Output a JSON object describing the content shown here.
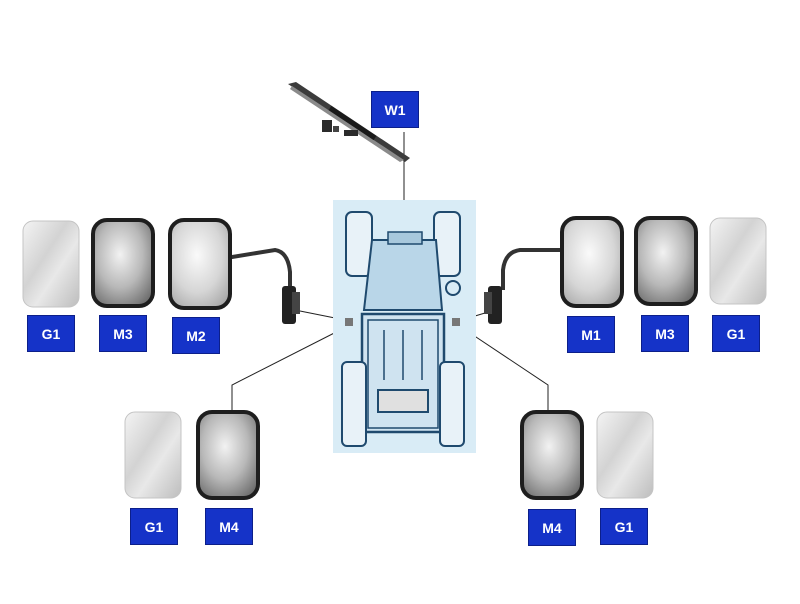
{
  "labels": {
    "w1": "W1",
    "m1": "M1",
    "m2": "M2",
    "m3_left": "M3",
    "m3_right": "M3",
    "m4_left": "M4",
    "m4_right": "M4",
    "g1_top_left": "G1",
    "g1_top_right": "G1",
    "g1_bottom_left": "G1",
    "g1_bottom_right": "G1"
  },
  "colors": {
    "label_bg": "#1533c8",
    "tractor_bg": "#d9ecf6",
    "tractor_line": "#1f4a6e"
  }
}
